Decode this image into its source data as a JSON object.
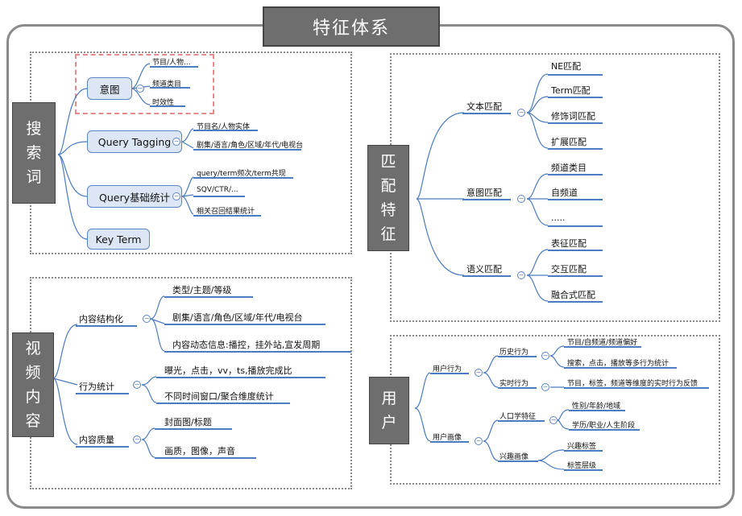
{
  "title": "特征体系",
  "search": {
    "label": "搜\n索\n词",
    "intent": {
      "label": "意图",
      "children": [
        "节目/人物...",
        "频道类目",
        "时效性"
      ]
    },
    "tagging": {
      "label": "Query Tagging",
      "children": [
        "节目名/人物实体",
        "剧集/语言/角色/区域/年代/电视台"
      ]
    },
    "stats": {
      "label": "Query基础统计",
      "children": [
        "query/term频次/term共现",
        "SQV/CTR/...",
        "相关召回结果统计"
      ]
    },
    "keyterm": {
      "label": "Key Term"
    }
  },
  "video": {
    "label": "视\n频\n内\n容",
    "structured": {
      "label": "内容结构化",
      "children": [
        "类型/主题/等级",
        "剧集/语言/角色/区域/年代/电视台",
        "内容动态信息:播控，挂外站,宣发周期"
      ]
    },
    "behavior": {
      "label": "行为统计",
      "children": [
        "曝光，点击，vv，ts,播放完成比",
        "不同时间窗口/聚合维度统计"
      ]
    },
    "quality": {
      "label": "内容质量",
      "children": [
        "封面图/标题",
        "画质，图像，声音"
      ]
    }
  },
  "match": {
    "label": "匹\n配\n特\n征",
    "text": {
      "label": "文本匹配",
      "children": [
        "NE匹配",
        "Term匹配",
        "修饰词匹配",
        "扩展匹配"
      ]
    },
    "intent": {
      "label": "意图匹配",
      "children": [
        "频道类目",
        "自频道",
        "....."
      ]
    },
    "semantic": {
      "label": "语义匹配",
      "children": [
        "表征匹配",
        "交互匹配",
        "融合式匹配"
      ]
    }
  },
  "user": {
    "label": "用\n户",
    "behavior": {
      "label": "用户行为",
      "history": {
        "label": "历史行为",
        "children": [
          "节目/自频道/频道偏好",
          "搜索，点击，播放等多行为统计"
        ]
      },
      "realtime": {
        "label": "实时行为",
        "children": [
          "节目，标签，频道等维度的实时行为反馈"
        ]
      }
    },
    "profile": {
      "label": "用户画像",
      "demographic": {
        "label": "人口学特征",
        "children": [
          "性别/年龄/地域",
          "学历/职业/人生阶段"
        ]
      },
      "interest": {
        "label": "兴趣画像",
        "children": [
          "兴趣标签",
          "标签层级"
        ]
      }
    }
  },
  "colors": {
    "accent": "#4b7bc0",
    "node_fill": "#dde6f4",
    "label_bg": "#6e6e6e",
    "intent_border": "#e48c8c"
  }
}
